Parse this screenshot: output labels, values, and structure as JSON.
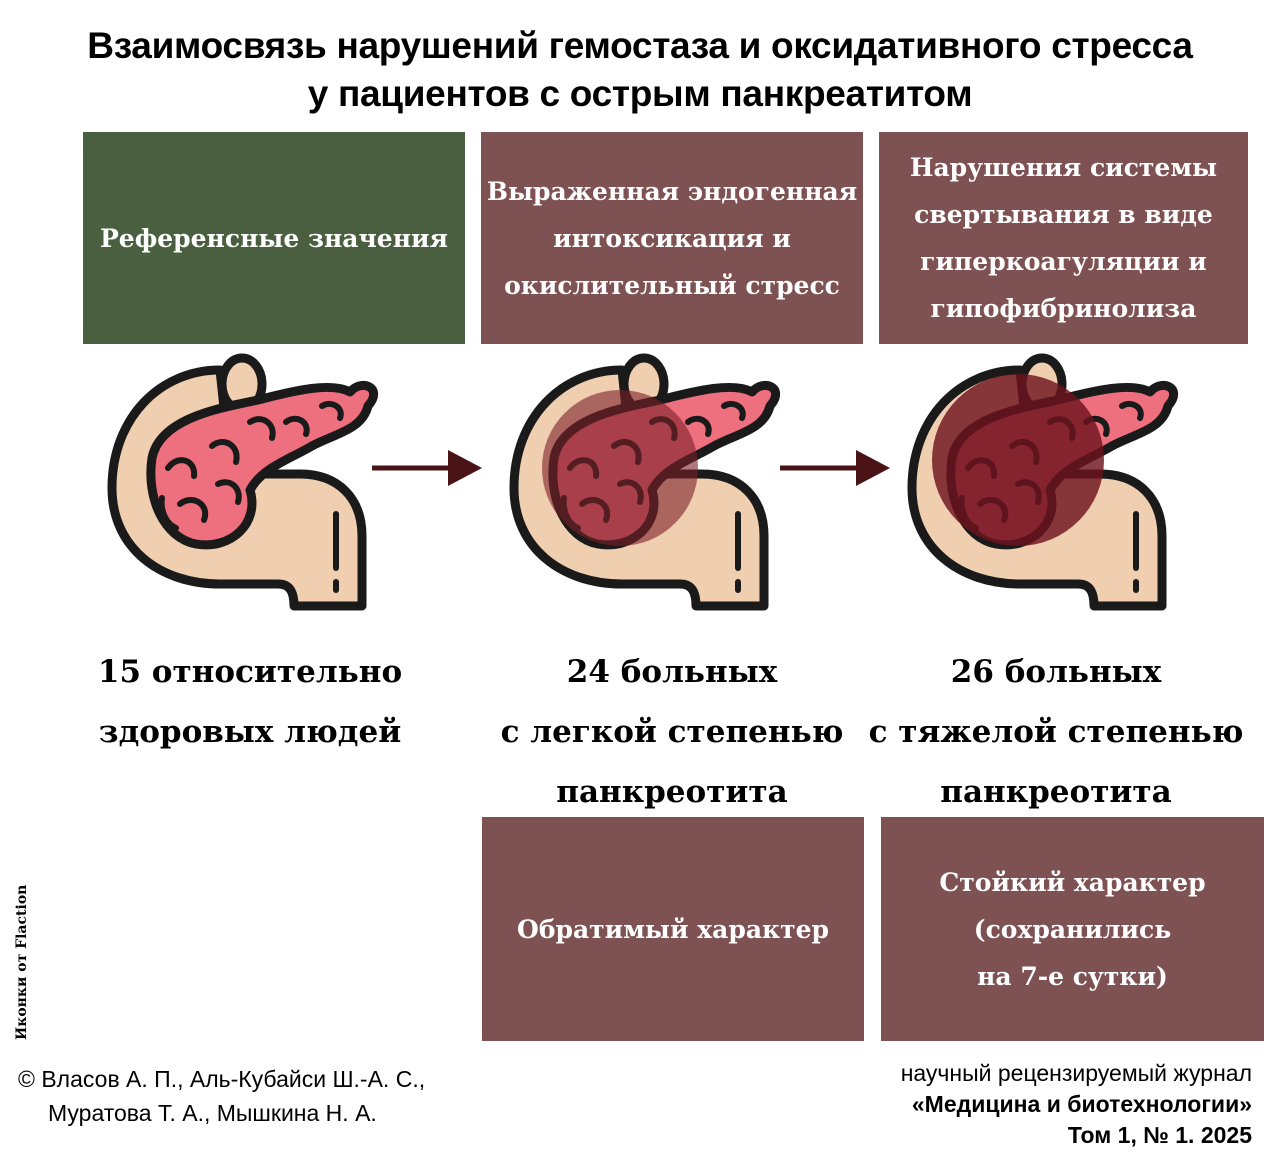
{
  "title": {
    "line1": "Взаимосвязь нарушений гемостаза и оксидативного стресса",
    "line2": "у пациентов с острым панкреатитом"
  },
  "header_boxes": [
    {
      "lines": [
        "Референсные значения"
      ],
      "color": "#4a5f3f"
    },
    {
      "lines": [
        "Выраженная эндогенная",
        "интоксикация и",
        "окислительный стресс"
      ],
      "color": "#7e5152"
    },
    {
      "lines": [
        "Нарушения системы",
        "свертывания в виде",
        "гиперкоагуляции и",
        "гипофибринолиза"
      ],
      "color": "#7e5152"
    }
  ],
  "organs": [
    {
      "icon": "pancreas-icon",
      "lesion": "none"
    },
    {
      "icon": "pancreas-icon",
      "lesion": "mild"
    },
    {
      "icon": "pancreas-icon",
      "lesion": "severe"
    }
  ],
  "arrows": [
    {
      "icon": "arrow-right-icon",
      "color": "#4a1417"
    },
    {
      "icon": "arrow-right-icon",
      "color": "#4a1417"
    }
  ],
  "groups": [
    {
      "lines": [
        "15 относительно",
        "здоровых людей"
      ]
    },
    {
      "lines": [
        "24 больных",
        "с легкой степенью",
        "панкреотита"
      ]
    },
    {
      "lines": [
        "26 больных",
        "с тяжелой степенью",
        "панкреотита"
      ]
    }
  ],
  "outcome_boxes": [
    {
      "lines": [
        "Обратимый характер"
      ],
      "color": "#7e5152"
    },
    {
      "lines": [
        "Стойкий характер",
        "(сохранились",
        "на 7-е сутки)"
      ],
      "color": "#7e5152"
    }
  ],
  "credit": "Иконки от Flaction",
  "authors": {
    "line1": "© Власов А. П., Аль-Кубайси Ш.-А. С.,",
    "line2": "Муратова Т. А.,  Мышкина Н. А."
  },
  "journal": {
    "line1": "научный рецензируемый журнал",
    "line2": "«Медицина и биотехнологии»",
    "line3": "Том 1, №  1. 2025"
  },
  "colors": {
    "pancreas_pink": "#ee6f7e",
    "duodenum_beige": "#f0ceb0",
    "outline": "#1a1a1a",
    "lesion": "#7a1f28"
  }
}
